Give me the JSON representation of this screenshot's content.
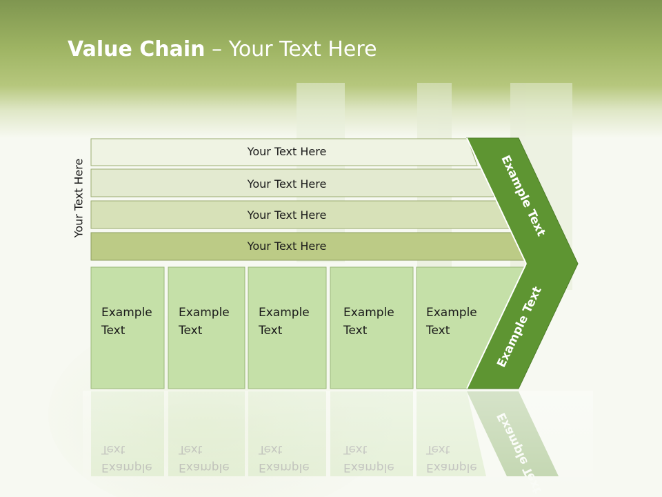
{
  "title": {
    "bold": "Value Chain",
    "rest": " – Your Text Here"
  },
  "side_label": "Your Text Here",
  "bars": [
    "Your Text Here",
    "Your Text Here",
    "Your Text Here",
    "Your Text Here"
  ],
  "columns": [
    {
      "line1": "Example",
      "line2": "Text"
    },
    {
      "line1": "Example",
      "line2": "Text"
    },
    {
      "line1": "Example",
      "line2": "Text"
    },
    {
      "line1": "Example",
      "line2": "Text"
    },
    {
      "line1": "Example",
      "line2": "Text"
    }
  ],
  "chevron": {
    "upper_label": "Example Text",
    "lower_label": "Example Text"
  },
  "colors": {
    "accent_green": "#5e9532",
    "bar_1": "#eff3e3",
    "bar_2": "#e3ead0",
    "bar_3": "#d7e1b8",
    "bar_4": "#bccb86",
    "column_fill": "#c5e0a8"
  }
}
